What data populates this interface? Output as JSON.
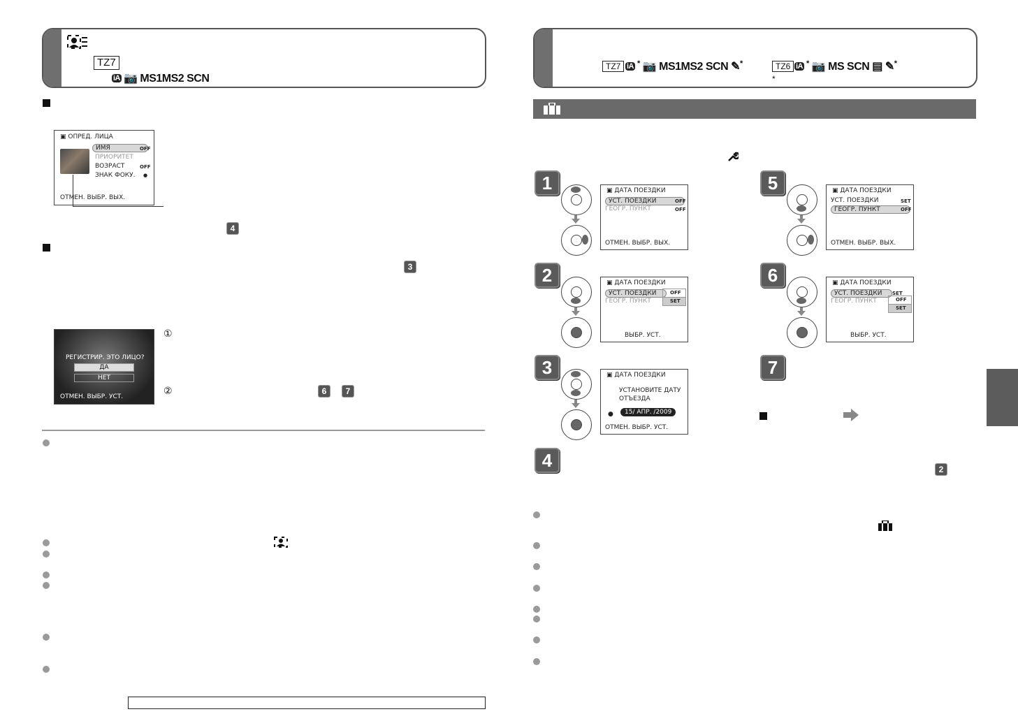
{
  "left": {
    "header": {
      "model_badge": "TZ7",
      "modes_text": "MS1MS2 SCN",
      "ia_icon": "iA"
    },
    "face_screen": {
      "title": "ОПРЕД. ЛИЦА",
      "items": [
        "ИМЯ",
        "ПРИОРИТЕТ",
        "ВОЗРАСТ",
        "ЗНАК ФОКУ."
      ],
      "item_values": [
        "OFF",
        "",
        "OFF",
        "●"
      ],
      "footer": "ОТМЕН. ВЫБР. ВЫХ."
    },
    "step_ref_4": "4",
    "step_ref_3": "3",
    "register_screen": {
      "question": "РЕГИСТРИР. ЭТО ЛИЦО?",
      "yes": "ДА",
      "no": "НЕТ",
      "footer": "ОТМЕН. ВЫБР. УСТ."
    },
    "circled_1": "①",
    "circled_2": "②",
    "ref_6": "6",
    "ref_7": "7"
  },
  "right": {
    "header": {
      "tz7_badge": "TZ7",
      "tz7_modes": "MS1MS2 SCN",
      "tz6_badge": "TZ6",
      "tz6_modes": "MS SCN",
      "asterisk": "*",
      "footnote_mark": "*"
    },
    "section_icon": "suitcase-icon",
    "steps": [
      {
        "num": "1",
        "title": "ДАТА ПОЕЗДКИ",
        "rows": [
          "УСТ. ПОЕЗДКИ",
          "ГЕОГР. ПУНКТ"
        ],
        "vals": [
          "OFF",
          "OFF"
        ],
        "footer": "ОТМЕН. ВЫБР. ВЫХ."
      },
      {
        "num": "2",
        "title": "ДАТА ПОЕЗДКИ",
        "rows": [
          "УСТ. ПОЕЗДКИ",
          "ГЕОГР. ПУНКТ"
        ],
        "popup": [
          "OFF",
          "SET"
        ],
        "footer": "ВЫБР. УСТ."
      },
      {
        "num": "3",
        "title": "ДАТА ПОЕЗДКИ",
        "lines": [
          "УСТАНОВИТЕ ДАТУ",
          "ОТЪЕЗДА"
        ],
        "date": "15/ АПР. /2009",
        "footer": "ОТМЕН. ВЫБР. УСТ."
      },
      {
        "num": "4"
      },
      {
        "num": "5",
        "title": "ДАТА ПОЕЗДКИ",
        "rows": [
          "УСТ. ПОЕЗДКИ",
          "ГЕОГР. ПУНКТ"
        ],
        "vals": [
          "SET",
          "OFF"
        ],
        "footer": "ОТМЕН. ВЫБР. ВЫХ."
      },
      {
        "num": "6",
        "title": "ДАТА ПОЕЗДКИ",
        "rows": [
          "УСТ. ПОЕЗДКИ",
          "ГЕОГР. ПУНКТ"
        ],
        "vals": [
          "SET",
          ""
        ],
        "popup": [
          "OFF",
          "SET"
        ],
        "footer": "ВЫБР. УСТ."
      },
      {
        "num": "7"
      }
    ],
    "ref_2": "2"
  }
}
